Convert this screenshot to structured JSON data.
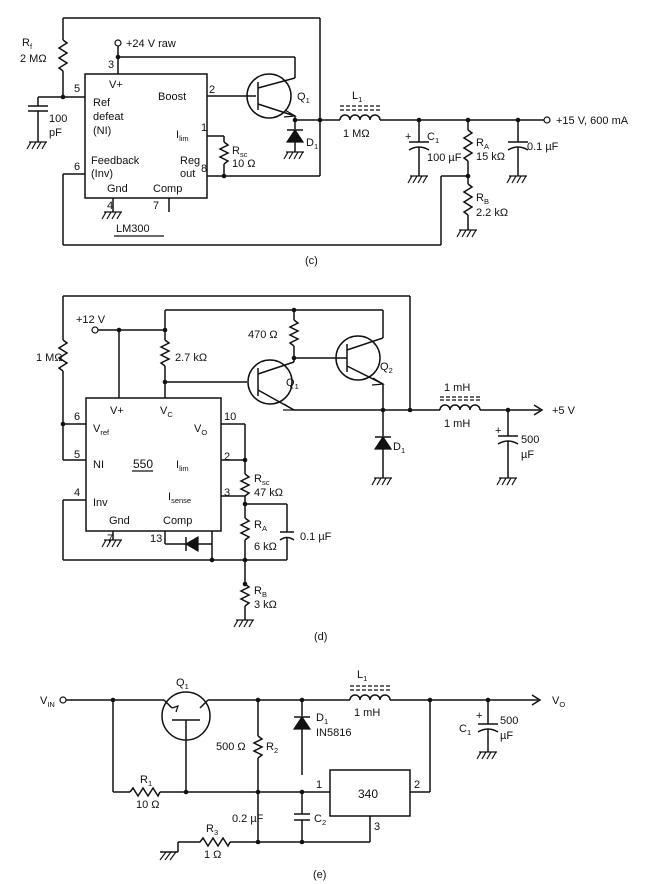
{
  "circuit_c": {
    "caption": "(c)",
    "ic": {
      "name": "LM300",
      "pins": {
        "p2": "2",
        "p1": "1",
        "p3": "3",
        "p4": "4",
        "p5": "5",
        "p6": "6",
        "p7": "7",
        "p8": "8"
      },
      "labels": {
        "vplus": "V+",
        "ref": "Ref",
        "defeat": "defeat",
        "ni": "(NI)",
        "boost": "Boost",
        "ilim": "I",
        "ilim_sub": "lim",
        "feedback": "Feedback",
        "inv": "(Inv)",
        "reg": "Reg",
        "out": "out",
        "gnd": "Gnd",
        "comp": "Comp"
      }
    },
    "supply": "+24 V raw",
    "rf": {
      "name": "R",
      "sub": "f",
      "value": "2 MΩ"
    },
    "cap_100pf": {
      "value1": "100",
      "value2": "pF"
    },
    "q1": {
      "name": "Q",
      "sub": "1"
    },
    "rsc": {
      "name": "R",
      "sub": "sc",
      "value": "10 Ω"
    },
    "d1": {
      "name": "D",
      "sub": "1"
    },
    "l1": {
      "name": "L",
      "sub": "1",
      "value": "1 MΩ"
    },
    "c1": {
      "name": "C",
      "sub": "1",
      "value": "100 µF",
      "polarity": "+"
    },
    "ra": {
      "name": "R",
      "sub": "A",
      "value": "15 kΩ"
    },
    "rb": {
      "name": "R",
      "sub": "B",
      "value": "2.2 kΩ"
    },
    "cout": {
      "value": "0.1 µF"
    },
    "output": "+15 V, 600 mA"
  },
  "circuit_d": {
    "caption": "(d)",
    "ic": {
      "name": "550",
      "pins": {
        "p10": "10",
        "p2": "2",
        "p3": "3",
        "p4": "4",
        "p5": "5",
        "p6": "6",
        "p7": "7",
        "p13": "13"
      },
      "labels": {
        "vplus": "V+",
        "vc": "V",
        "vc_sub": "C",
        "vref": "V",
        "vref_sub": "ref",
        "vo": "V",
        "vo_sub": "O",
        "ni": "NI",
        "ilim": "I",
        "ilim_sub": "lim",
        "inv": "Inv",
        "isense": "I",
        "isense_sub": "sense",
        "gnd": "Gnd",
        "comp": "Comp"
      }
    },
    "supply": "+12 V",
    "r1m": {
      "value": "1 MΩ"
    },
    "r27k": {
      "value": "2.7 kΩ"
    },
    "r470": {
      "value": "470 Ω"
    },
    "q1": {
      "name": "Q",
      "sub": "1"
    },
    "q2": {
      "name": "Q",
      "sub": "2"
    },
    "d1": {
      "name": "D",
      "sub": "1"
    },
    "l": {
      "value_top": "1 mH",
      "value_bottom": "1 mH"
    },
    "cout": {
      "value1": "500",
      "value2": "µF",
      "polarity": "+"
    },
    "output": "+5 V",
    "rsc": {
      "name": "R",
      "sub": "sc",
      "value": "47 kΩ"
    },
    "ra": {
      "name": "R",
      "sub": "A",
      "value": "6 kΩ"
    },
    "rb": {
      "name": "R",
      "sub": "B",
      "value": "3 kΩ"
    },
    "ccomp": {
      "value": "0.1 µF"
    }
  },
  "circuit_e": {
    "caption": "(e)",
    "vin": "V",
    "vin_sub": "IN",
    "vout": "V",
    "vout_sub": "O",
    "q1": {
      "name": "Q",
      "sub": "1"
    },
    "l1": {
      "name": "L",
      "sub": "1",
      "value": "1 mH"
    },
    "d1": {
      "name": "D",
      "sub": "1",
      "part": "IN5816"
    },
    "r2": {
      "name": "R",
      "sub": "2",
      "value": "500 Ω"
    },
    "r1": {
      "name": "R",
      "sub": "1",
      "value": "10 Ω"
    },
    "r3": {
      "name": "R",
      "sub": "3",
      "value": "1 Ω"
    },
    "c2": {
      "name": "C",
      "sub": "2",
      "value": "0.2 µF"
    },
    "c1": {
      "name": "C",
      "sub": "1",
      "value1": "500",
      "value2": "µF",
      "polarity": "+"
    },
    "ic": {
      "name": "340",
      "pins": {
        "p1": "1",
        "p2": "2",
        "p3": "3"
      }
    }
  }
}
